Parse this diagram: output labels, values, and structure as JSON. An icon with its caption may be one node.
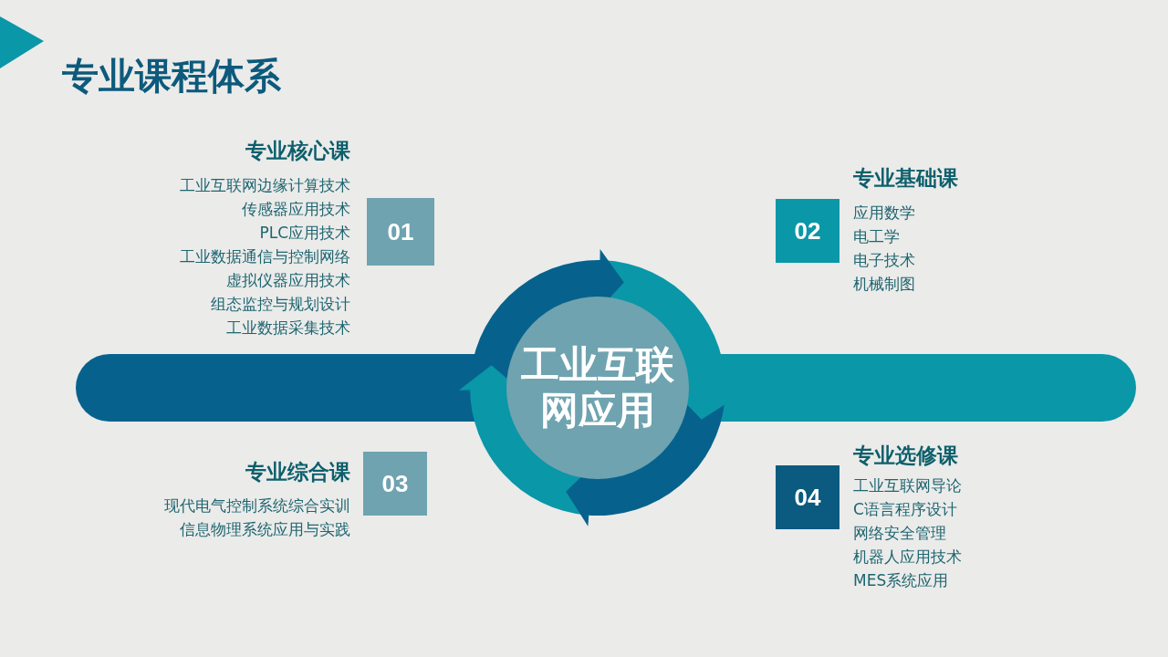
{
  "diagram": {
    "title": "专业课程体系",
    "nodes": [
      {
        "text": [
          "工业互联网应用"
        ]
      },
      {
        "text": [
          "01"
        ],
        "beside": [
          "专业核心课",
          "工业互联网边缘计算技术",
          "传感器应用技术",
          "PLC应用技术",
          "工业数据通信与控制网络",
          "虚拟仪器应用技术",
          "组态监控与规划设计",
          "工业数据采集技术"
        ]
      },
      {
        "text": [
          "02"
        ],
        "beside": [
          "专业基础课",
          "应用数学",
          "电工学",
          "电子技术",
          "机械制图"
        ]
      },
      {
        "text": [
          "03"
        ],
        "beside": [
          "专业综合课",
          "现代电气控制系统综合实训",
          "信息物理系统应用与实践"
        ]
      },
      {
        "text": [
          "04"
        ],
        "beside": [
          "专业选修课",
          "工业互联网导论",
          "C语言程序设计",
          "网络安全管理",
          "机器人应用技术",
          "MES系统应用"
        ]
      }
    ]
  }
}
